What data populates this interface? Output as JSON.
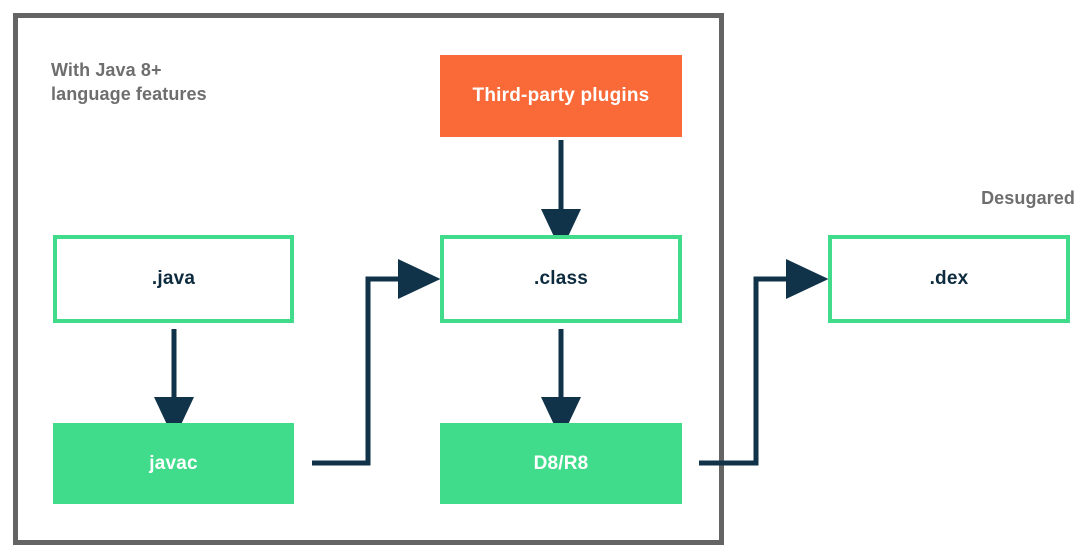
{
  "diagram": {
    "title_caption_left": "With Java 8+\nlanguage features",
    "caption_right": "Desugared",
    "colors": {
      "container_border": "#646464",
      "node_green": "#41DC8B",
      "node_orange": "#F96A38",
      "text_dark": "#0d2b3e",
      "text_gray": "#6e6e6e",
      "arrow": "#10334a",
      "background": "#ffffff"
    },
    "nodes": {
      "third_party_plugins": "Third-party plugins",
      "java_source": ".java",
      "class_file": ".class",
      "dex_file": ".dex",
      "javac": "javac",
      "d8r8": "D8/R8"
    },
    "edges": [
      {
        "from": "third_party_plugins",
        "to": "class_file",
        "kind": "straight-down"
      },
      {
        "from": "java_source",
        "to": "javac",
        "kind": "straight-down"
      },
      {
        "from": "class_file",
        "to": "d8r8",
        "kind": "straight-down"
      },
      {
        "from": "javac",
        "to": "class_file",
        "kind": "right-up-right"
      },
      {
        "from": "d8r8",
        "to": "dex_file",
        "kind": "right-up-right"
      }
    ]
  }
}
